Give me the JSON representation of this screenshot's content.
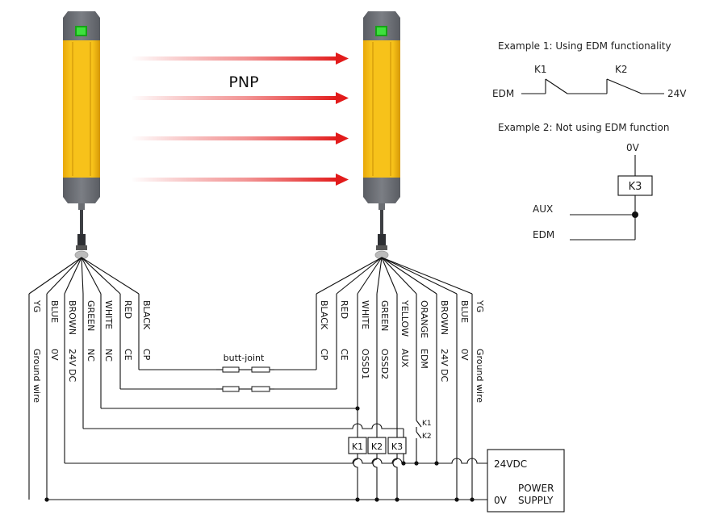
{
  "title": "PNP",
  "transmitter_wires": [
    {
      "color": "YG",
      "function": "Ground wire"
    },
    {
      "color": "BLUE",
      "function": "0V"
    },
    {
      "color": "BROWN",
      "function": "24V DC"
    },
    {
      "color": "GREEN",
      "function": "NC"
    },
    {
      "color": "WHITE",
      "function": "NC"
    },
    {
      "color": "RED",
      "function": "CE"
    },
    {
      "color": "BLACK",
      "function": "CP"
    }
  ],
  "receiver_wires": [
    {
      "color": "BLACK",
      "function": "CP"
    },
    {
      "color": "RED",
      "function": "CE"
    },
    {
      "color": "WHITE",
      "function": "OSSD1"
    },
    {
      "color": "GREEN",
      "function": "OSSD2"
    },
    {
      "color": "YELLOW",
      "function": "AUX"
    },
    {
      "color": "ORANGE",
      "function": "EDM"
    },
    {
      "color": "BROWN",
      "function": "24V DC"
    },
    {
      "color": "BLUE",
      "function": "0V"
    },
    {
      "color": "YG",
      "function": "Ground wire"
    }
  ],
  "butt_joint_label": "butt-joint",
  "relays": [
    "K1",
    "K2",
    "K3"
  ],
  "edm_contacts": [
    "K1",
    "K2"
  ],
  "power_supply": {
    "v24": "24VDC",
    "v0": "0V",
    "label_line1": "POWER",
    "label_line2": "SUPPLY"
  },
  "example1": {
    "title": "Example 1: Using EDM functionality",
    "k1": "K1",
    "k2": "K2",
    "edm": "EDM",
    "v24": "24V"
  },
  "example2": {
    "title": "Example 2: Not using EDM function",
    "v0": "0V",
    "k3": "K3",
    "aux": "AUX",
    "edm": "EDM"
  },
  "colors": {
    "housing": "#f6bd13",
    "housing_dark": "#d89a06",
    "cap": "#6f7278",
    "indicator": "#22cc22",
    "beam": "#e21b1b",
    "wire": "#111111"
  }
}
